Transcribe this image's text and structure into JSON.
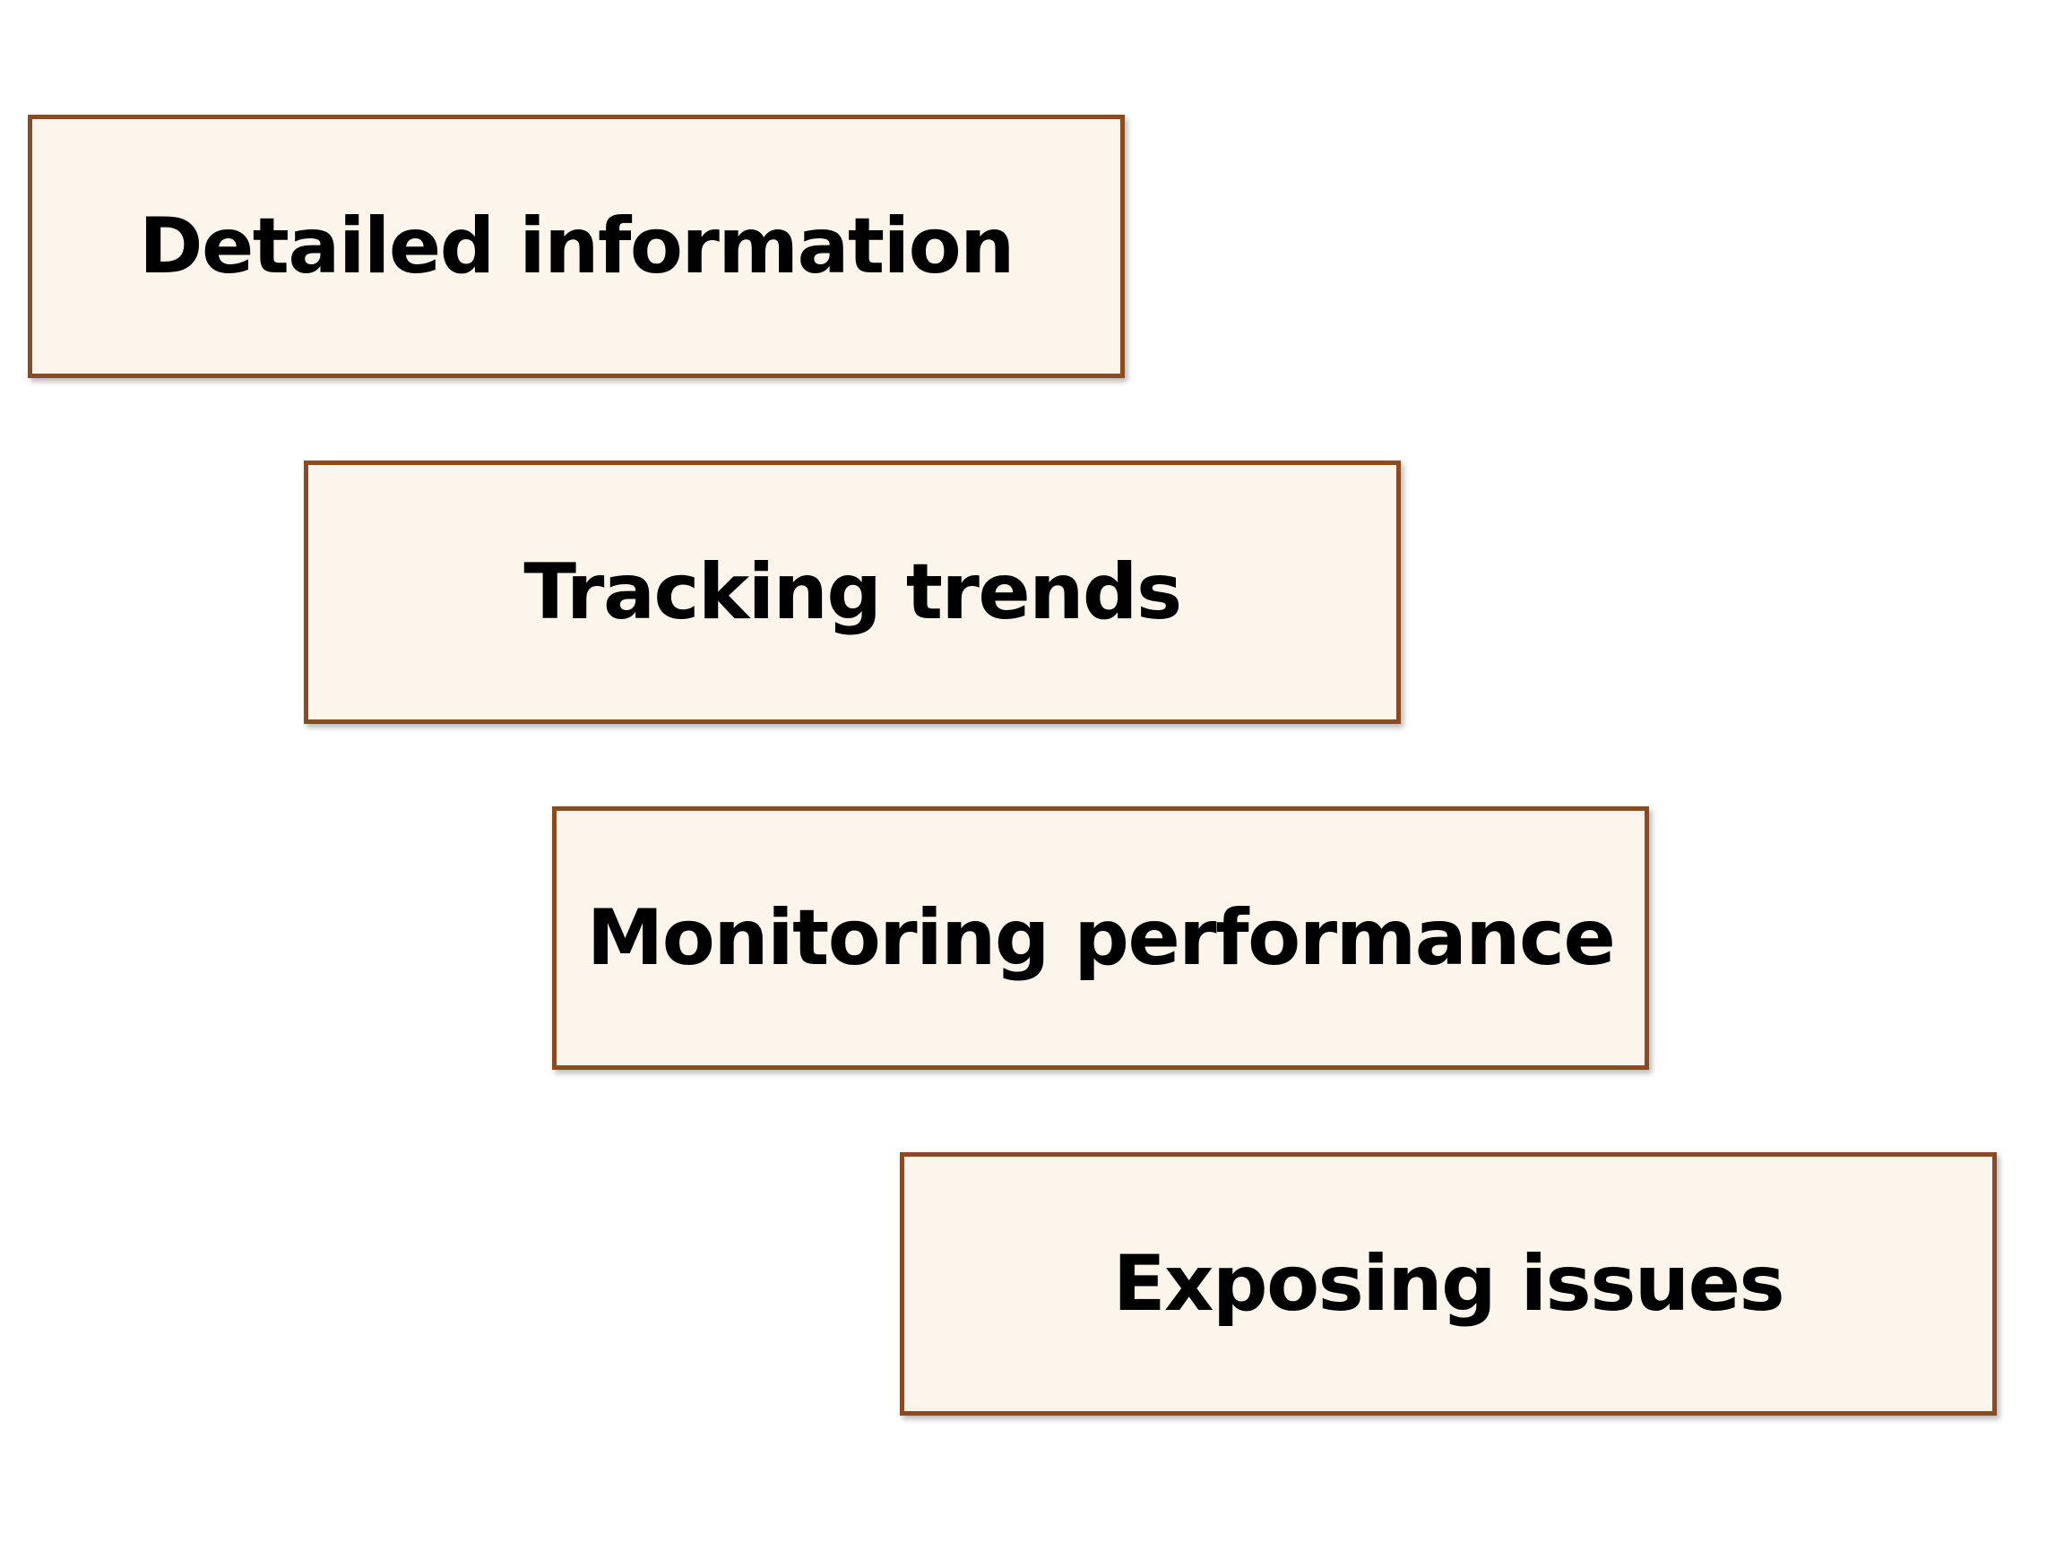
{
  "steps": [
    {
      "label": "Detailed information"
    },
    {
      "label": "Tracking trends"
    },
    {
      "label": "Monitoring performance"
    },
    {
      "label": "Exposing issues"
    }
  ],
  "colors": {
    "box_fill": "#fbf5ec",
    "box_border": "#8a4a22",
    "text": "#000000",
    "background": "#ffffff"
  }
}
